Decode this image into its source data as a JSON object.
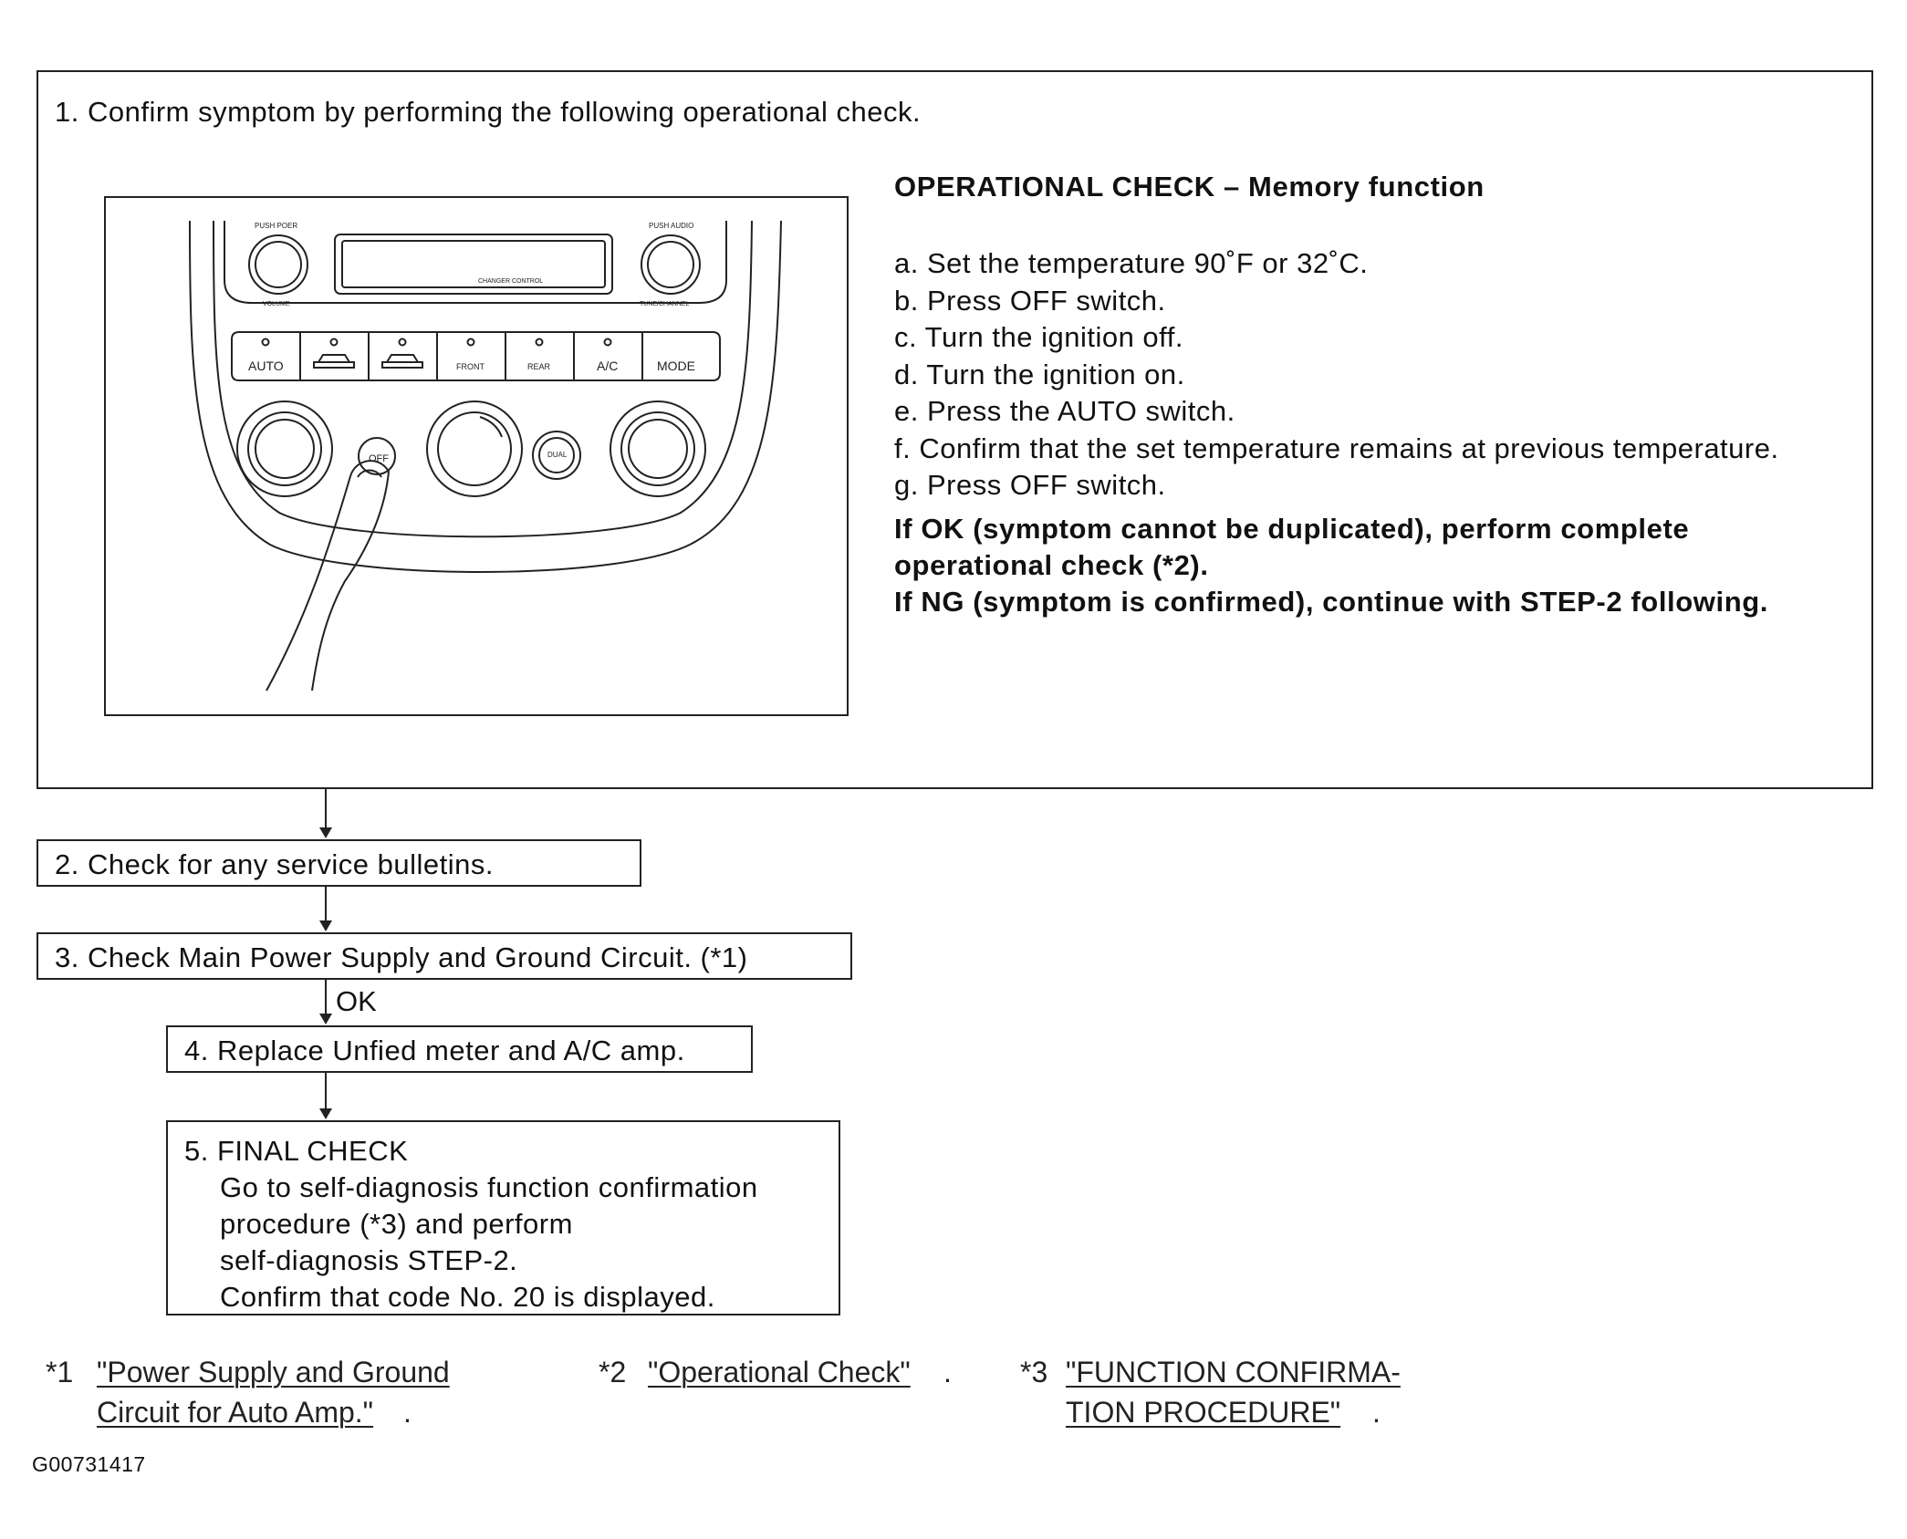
{
  "step1": {
    "title": "1. Confirm symptom by performing the following operational check.",
    "panel": {
      "knob_left_top": "PUSH POER",
      "knob_left_bottom": "VOLUME",
      "display_label": "CHANGER CONTROL",
      "knob_right_top": "PUSH AUDIO",
      "knob_right_bottom": "TUNE/CHANNEL",
      "buttons": [
        "AUTO",
        "",
        "",
        "FRONT",
        "REAR",
        "A/C",
        "MODE"
      ],
      "off_label": "OFF",
      "dual_label": "DUAL"
    },
    "operational_check_title": "OPERATIONAL CHECK – Memory function",
    "steps": [
      "a. Set the temperature 90˚F or 32˚C.",
      "b. Press OFF switch.",
      "c. Turn the ignition off.",
      "d. Turn the ignition on.",
      "e. Press the AUTO switch.",
      "f.  Confirm that the set temperature remains at previous temperature.",
      "g. Press OFF switch."
    ],
    "result_ok_line1": "If OK (symptom cannot be duplicated), perform complete",
    "result_ok_line2": "operational check (*2).",
    "result_ng": "If NG (symptom is confirmed), continue with STEP-2 following."
  },
  "step2": "2. Check for any service bulletins.",
  "step3": "3. Check Main Power Supply and Ground Circuit. (*1)",
  "ok_label": "OK",
  "step4": "4. Replace Unfied meter and A/C amp.",
  "step5": {
    "title": "5. FINAL CHECK",
    "line1": "Go to self-diagnosis function confirmation",
    "line2": "procedure (*3) and perform",
    "line3": "self-diagnosis STEP-2.",
    "line4": "Confirm that code No. 20 is displayed."
  },
  "refs": {
    "r1_mark": "*1",
    "r1_line1": "\"Power Supply and Ground",
    "r1_line2": "Circuit for Auto Amp.\"",
    "r1_suffix": ".",
    "r2_mark": "*2",
    "r2_text": "\"Operational Check\"",
    "r2_suffix": ".",
    "r3_mark": "*3",
    "r3_line1": "\"FUNCTION CONFIRMA-",
    "r3_line2": "TION PROCEDURE\"",
    "r3_suffix": "."
  },
  "doc_id": "G00731417"
}
